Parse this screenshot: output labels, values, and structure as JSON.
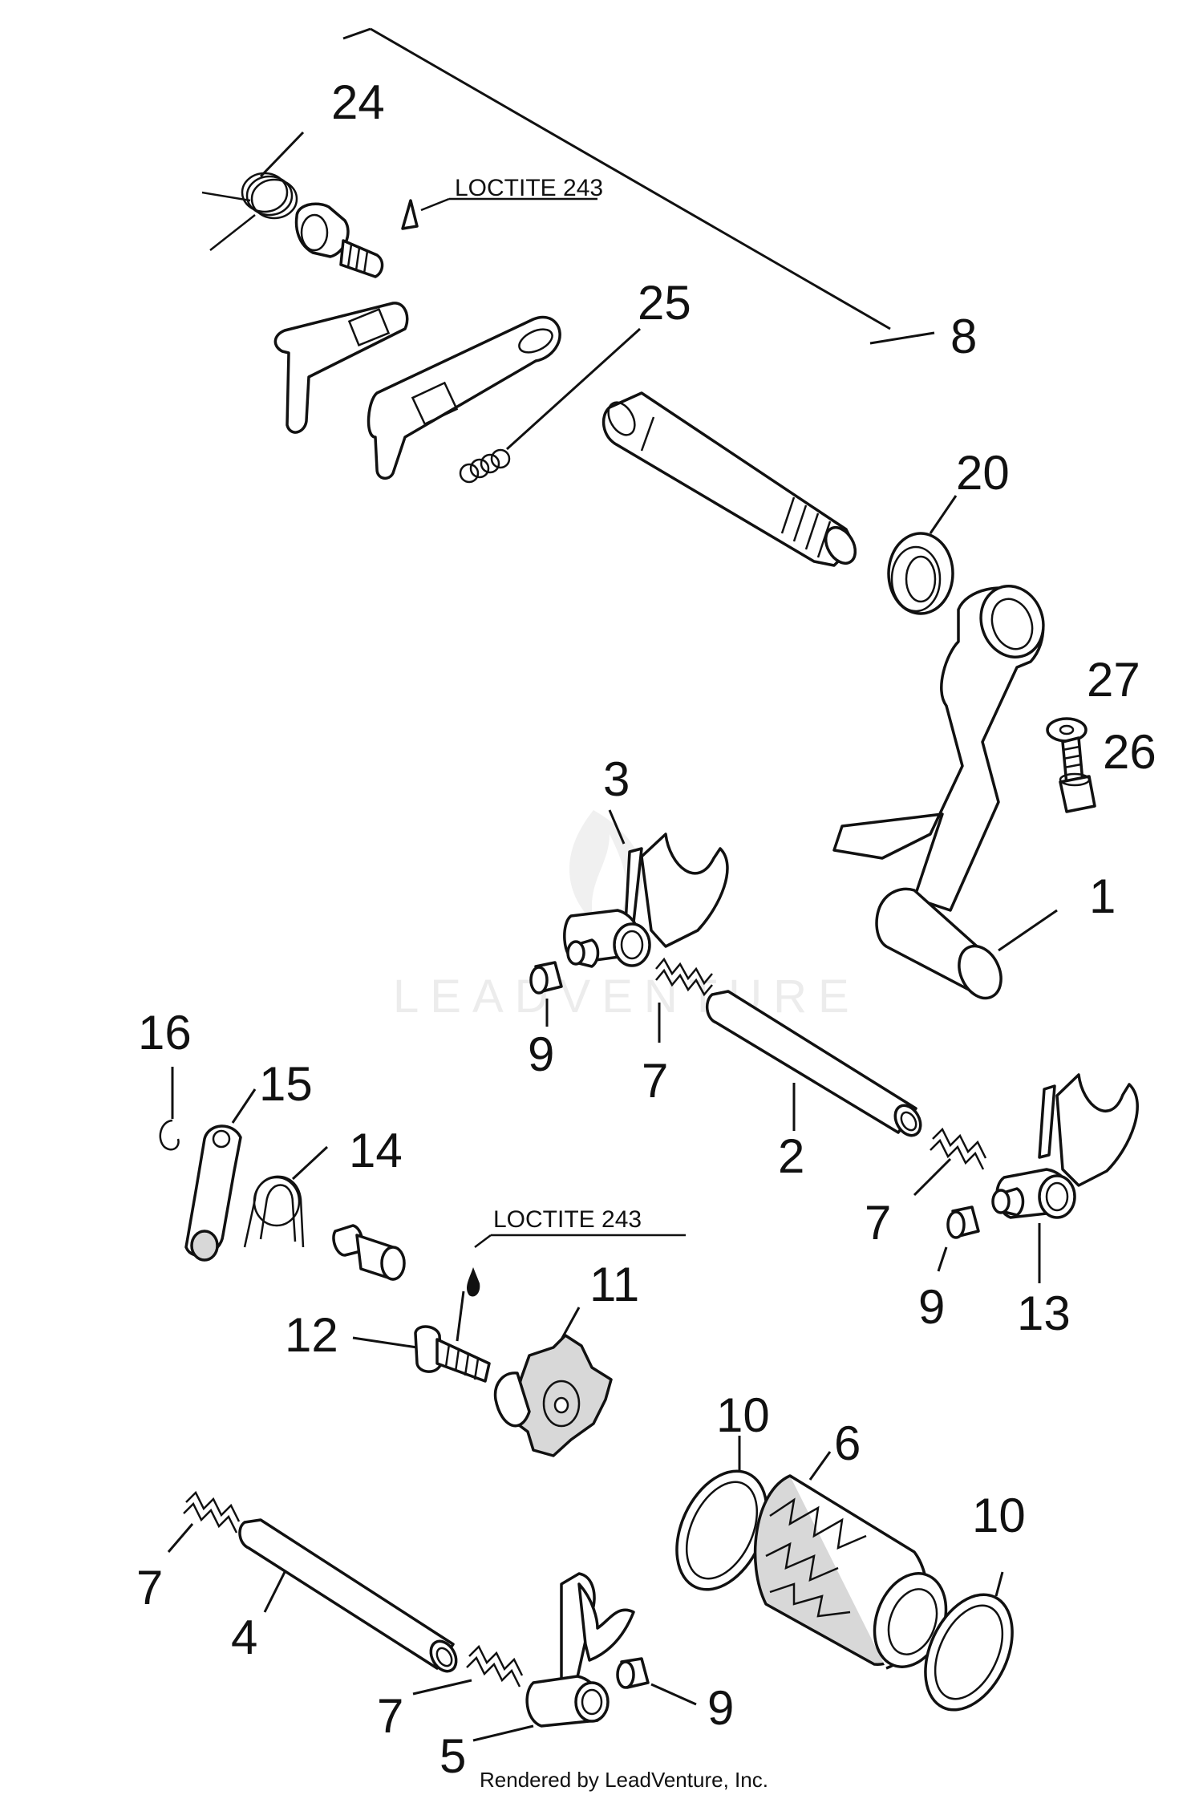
{
  "labels": {
    "p1": "1",
    "p2": "2",
    "p3": "3",
    "p4": "4",
    "p5": "5",
    "p6": "6",
    "p7": "7",
    "p8": "8",
    "p9": "9",
    "p10": "10",
    "p11": "11",
    "p12": "12",
    "p13": "13",
    "p14": "14",
    "p15": "15",
    "p16": "16",
    "p20": "20",
    "p24": "24",
    "p25": "25",
    "p26": "26",
    "p27": "27"
  },
  "notes": {
    "loctite_top": "LOCTITE 243",
    "loctite_mid": "LOCTITE 243"
  },
  "watermark": "LEADVENTURE",
  "footer": "Rendered by LeadVenture, Inc."
}
